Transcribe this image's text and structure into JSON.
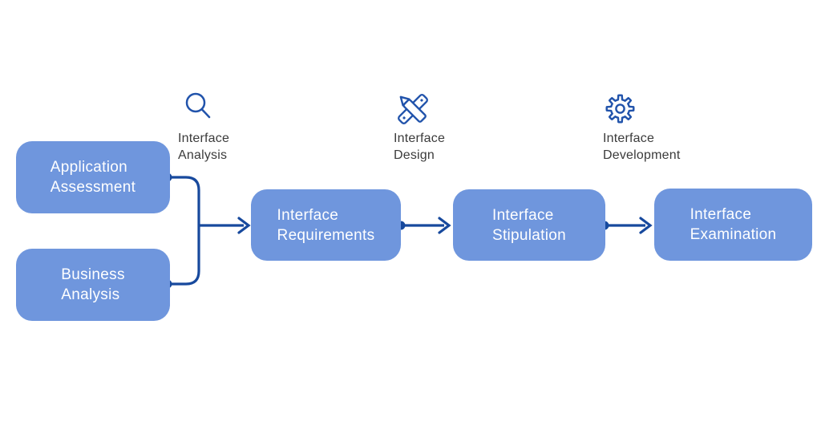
{
  "colors": {
    "background": "#FFFFFF",
    "node_fill": "#6F96DD",
    "node_text": "#FFFFFF",
    "connector": "#17499D",
    "icon": "#2153AB",
    "label_text": "#3B3B3B"
  },
  "nodes": [
    {
      "id": "application-assessment",
      "line1": "Application",
      "line2": "Assessment"
    },
    {
      "id": "business-analysis",
      "line1": "Business",
      "line2": "Analysis"
    },
    {
      "id": "interface-requirements",
      "line1": "Interface",
      "line2": "Requirements"
    },
    {
      "id": "interface-stipulation",
      "line1": "Interface",
      "line2": "Stipulation"
    },
    {
      "id": "interface-examination",
      "line1": "Interface",
      "line2": "Examination"
    }
  ],
  "phases": [
    {
      "id": "interface-analysis",
      "icon": "search-icon",
      "line1": "Interface",
      "line2": "Analysis"
    },
    {
      "id": "interface-design",
      "icon": "pencil-ruler-icon",
      "line1": "Interface",
      "line2": "Design"
    },
    {
      "id": "interface-development",
      "icon": "gear-icon",
      "line1": "Interface",
      "line2": "Development"
    }
  ],
  "edges": [
    {
      "from": "Application Assessment",
      "to": "Interface Requirements"
    },
    {
      "from": "Business Analysis",
      "to": "Interface Requirements"
    },
    {
      "from": "Interface Requirements",
      "to": "Interface Stipulation"
    },
    {
      "from": "Interface Stipulation",
      "to": "Interface Examination"
    }
  ]
}
